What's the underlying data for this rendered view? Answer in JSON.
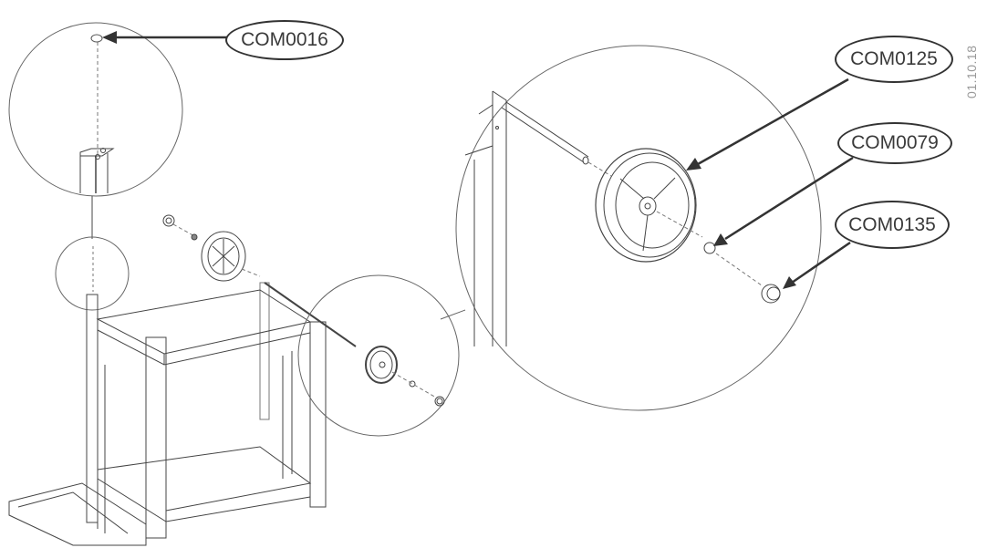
{
  "diagram": {
    "type": "assembly-exploded-view",
    "date_stamp": "01.10.18",
    "callouts": [
      {
        "id": "COM0016",
        "label": "COM0016",
        "points_to": "cap on top of leg (detail circle top-left)"
      },
      {
        "id": "COM0125",
        "label": "COM0125",
        "points_to": "wheel"
      },
      {
        "id": "COM0079",
        "label": "COM0079",
        "points_to": "washer/clip"
      },
      {
        "id": "COM0135",
        "label": "COM0135",
        "points_to": "hub cap"
      }
    ],
    "detail_views": [
      {
        "name": "leg-cap-detail",
        "shape": "circle"
      },
      {
        "name": "small-leg-detail",
        "shape": "circle"
      },
      {
        "name": "wheel-detail-small",
        "shape": "circle"
      },
      {
        "name": "wheel-detail-large",
        "shape": "circle"
      }
    ]
  }
}
